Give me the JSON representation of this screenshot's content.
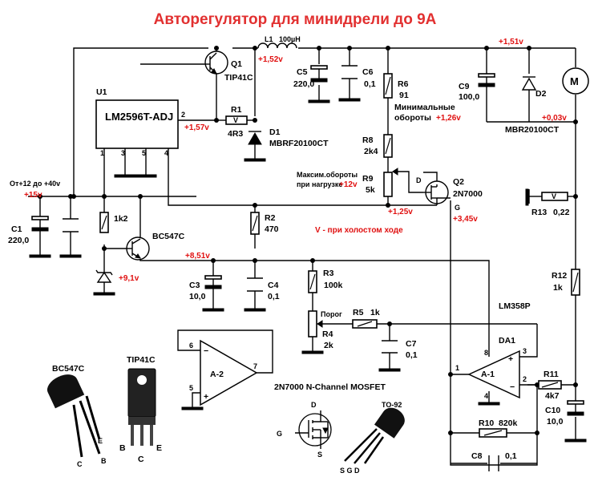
{
  "title": "Авторегулятор для минидрели до 9А",
  "components": {
    "u1": {
      "ref": "U1",
      "part": "LM2596T-ADJ",
      "pins": [
        "1",
        "3",
        "5",
        "4",
        "2"
      ]
    },
    "q1": {
      "ref": "Q1",
      "part": "TIP41C"
    },
    "q2": {
      "ref": "Q2",
      "part": "2N7000",
      "pin_d": "D",
      "pin_g": "G"
    },
    "l1": {
      "ref": "L1",
      "value": "100µH"
    },
    "r1": {
      "ref": "R1",
      "value": "4R3",
      "mark": "V"
    },
    "d1": {
      "ref": "D1",
      "part": "MBRF20100CT"
    },
    "d2": {
      "ref": "D2",
      "part": "MBR20100CT"
    },
    "c5": {
      "ref": "C5",
      "value": "220,0"
    },
    "c6": {
      "ref": "C6",
      "value": "0,1"
    },
    "c9": {
      "ref": "C9",
      "value": "100,0"
    },
    "r6": {
      "ref": "R6",
      "value": "91"
    },
    "r8": {
      "ref": "R8",
      "value": "2k4"
    },
    "r9": {
      "ref": "R9",
      "value": "5k"
    },
    "r2": {
      "ref": "R2",
      "value": "470"
    },
    "r_1k2": {
      "value": "1k2"
    },
    "bc547": {
      "part": "BC547C"
    },
    "c1": {
      "ref": "C1",
      "value": "220,0"
    },
    "c3": {
      "ref": "C3",
      "value": "10,0"
    },
    "c4": {
      "ref": "C4",
      "value": "0,1"
    },
    "r3": {
      "ref": "R3",
      "value": "100k"
    },
    "r4": {
      "ref": "R4",
      "value": "2k",
      "note": "Порог"
    },
    "r5": {
      "ref": "R5",
      "value": "1k"
    },
    "c7": {
      "ref": "C7",
      "value": "0,1"
    },
    "r13": {
      "ref": "R13",
      "value": "0,22",
      "mark": "V"
    },
    "r12": {
      "ref": "R12",
      "value": "1k"
    },
    "r11": {
      "ref": "R11",
      "value": "4k7"
    },
    "c10": {
      "ref": "C10",
      "value": "10,0"
    },
    "r10": {
      "ref": "R10",
      "value": "820k"
    },
    "c8": {
      "ref": "C8",
      "value": "0,1"
    },
    "da1": {
      "ref": "DA1",
      "part": "LM358P",
      "a1": "A-1",
      "a2": "A-2",
      "pins_a1": [
        "8",
        "3",
        "1",
        "4",
        "2"
      ],
      "pins_a2": [
        "6",
        "5",
        "7"
      ]
    }
  },
  "notes": {
    "min_speed": [
      "Минимальные",
      "обороты"
    ],
    "max_speed": [
      "Максим.обороты",
      "при нагрузке"
    ],
    "input": "От+12 до +40v",
    "idle": "V - при холостом ходе"
  },
  "voltages": {
    "v_152": "+1,52v",
    "v_151": "+1,51v",
    "v_157": "+1,57v",
    "v_126": "+1,26v",
    "v_003": "+0,03v",
    "v_12": "+12v",
    "v_125": "+1,25v",
    "v_345": "+3,45v",
    "v_15": "+15v",
    "v_851": "+8,51v",
    "v_91": "+9,1v"
  },
  "pinouts": {
    "bc547": {
      "name": "BC547C",
      "pins": [
        "C",
        "B",
        "E"
      ]
    },
    "tip41": {
      "name": "TIP41C",
      "pins": [
        "B",
        "C",
        "E"
      ]
    },
    "mosfet_title": "2N7000 N-Channel MOSFET",
    "mosfet_pins": [
      "G",
      "D",
      "S"
    ],
    "to92": {
      "name": "TO-92",
      "pins": "S G D"
    }
  },
  "colors": {
    "accent_red": "#e01010",
    "title_red": "#e23030"
  }
}
